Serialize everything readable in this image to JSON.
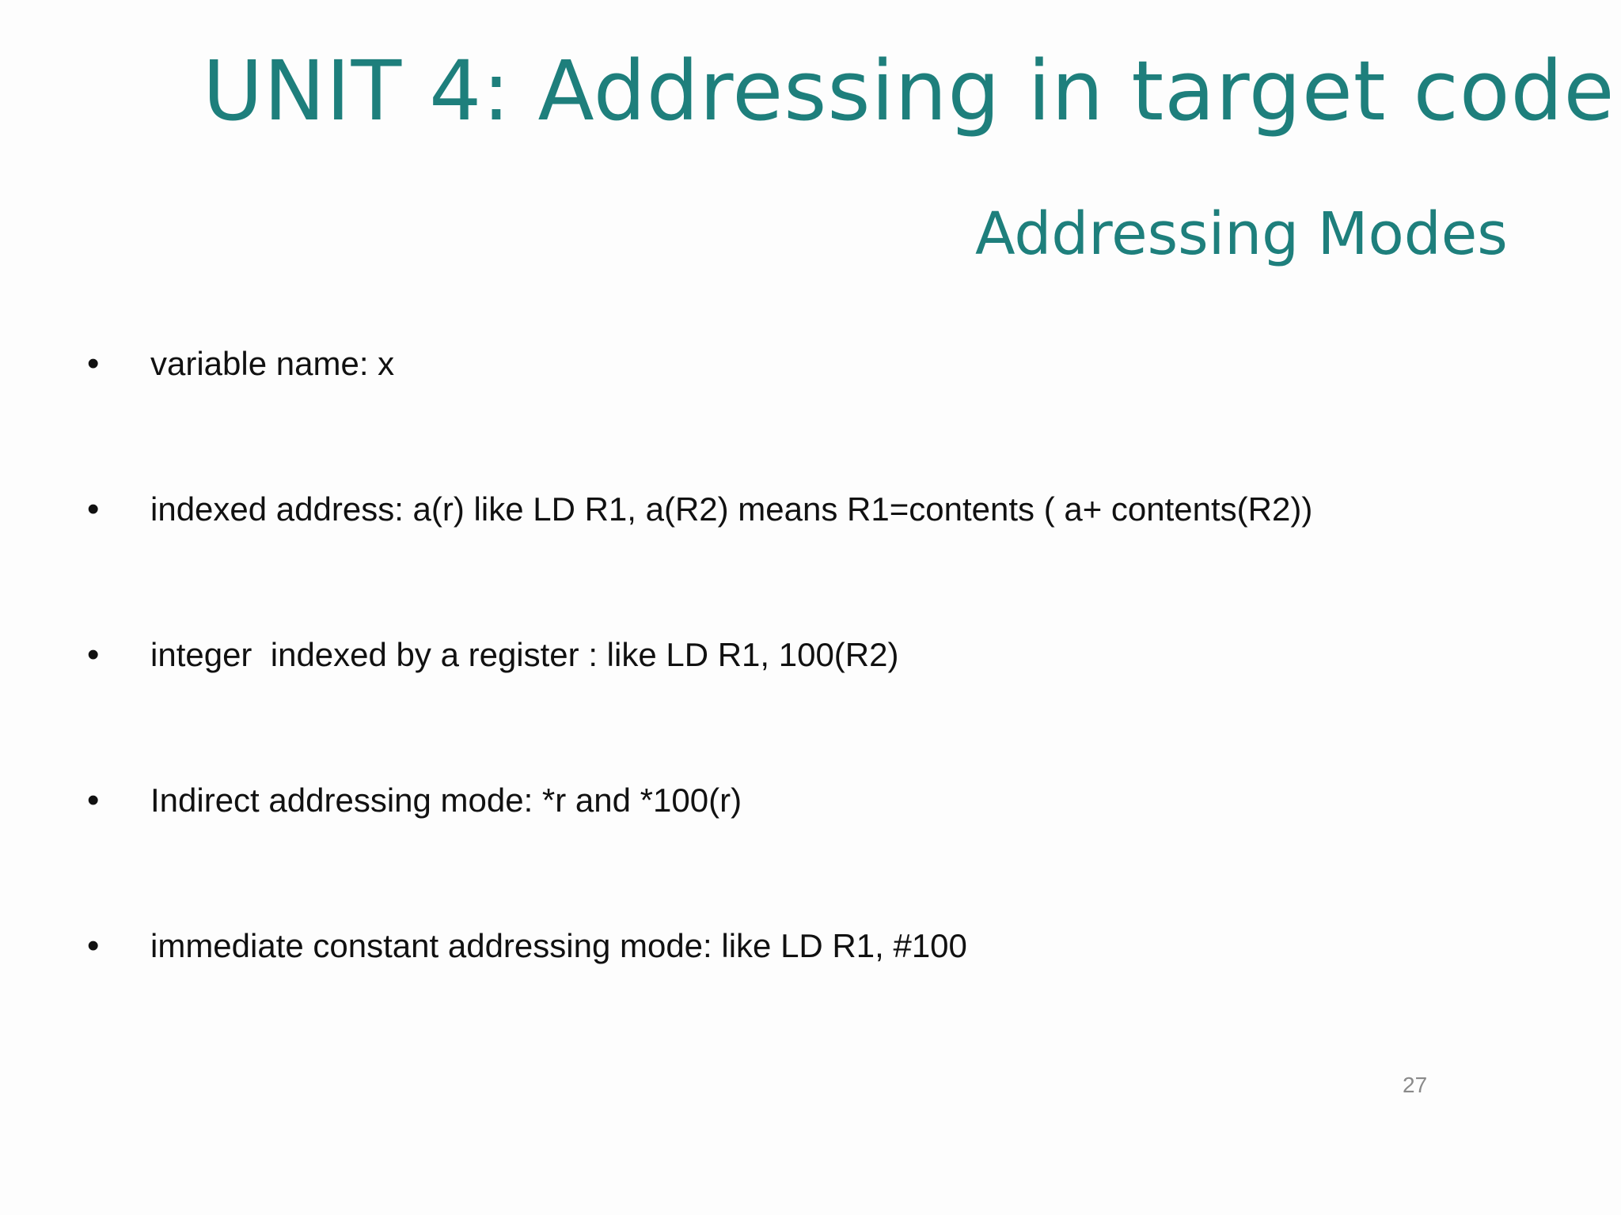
{
  "slide": {
    "title": "UNIT 4: Addressing  in target code",
    "subtitle": "Addressing Modes",
    "bullet_symbol": "•",
    "bullets": [
      "variable name: x",
      "indexed address: a(r) like LD R1, a(R2) means R1=contents ( a+ contents(R2))",
      "integer  indexed by a register : like LD R1, 100(R2)",
      "Indirect addressing mode: *r and *100(r)",
      "immediate constant addressing mode: like LD R1, #100"
    ],
    "page_number": "27"
  },
  "colors": {
    "accent": "#1e7f7c",
    "body_text": "#111111",
    "page_number": "#8a8a8a",
    "background": "#fdfdfd"
  }
}
